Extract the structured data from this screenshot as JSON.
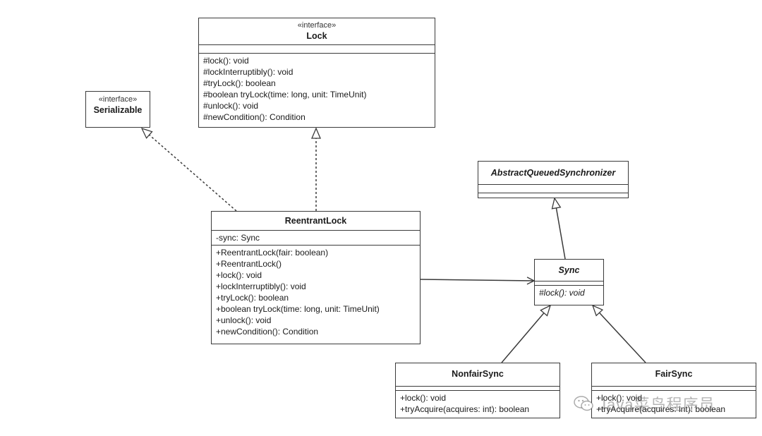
{
  "diagram": {
    "classes": {
      "lock": {
        "stereotype": "«interface»",
        "name": "Lock",
        "attributes": [],
        "operations": [
          "#lock(): void",
          "#lockInterruptibly(): void",
          "#tryLock(): boolean",
          "#boolean tryLock(time: long, unit: TimeUnit)",
          "#unlock(): void",
          "#newCondition(): Condition"
        ]
      },
      "serializable": {
        "stereotype": "«interface»",
        "name": "Serializable"
      },
      "aqs": {
        "name": "AbstractQueuedSynchronizer",
        "abstract": true,
        "attributes": [],
        "operations": []
      },
      "reentrant": {
        "name": "ReentrantLock",
        "attributes": [
          "-sync: Sync"
        ],
        "operations": [
          "+ReentrantLock(fair: boolean)",
          "+ReentrantLock()",
          "+lock(): void",
          "+lockInterruptibly(): void",
          "+tryLock(): boolean",
          "+boolean tryLock(time: long, unit: TimeUnit)",
          "+unlock(): void",
          "+newCondition(): Condition"
        ]
      },
      "sync": {
        "name": "Sync",
        "abstract": true,
        "attributes": [],
        "operations": [
          "#lock(): void"
        ]
      },
      "nonfair": {
        "name": "NonfairSync",
        "operations": [
          "+lock(): void",
          "+tryAcquire(acquires: int): boolean"
        ]
      },
      "fair": {
        "name": "FairSync",
        "operations": [
          "+lock(): void",
          "+tryAcquire(acquires: int): boolean"
        ]
      }
    },
    "relationships": [
      {
        "from": "ReentrantLock",
        "to": "Lock",
        "type": "realization"
      },
      {
        "from": "ReentrantLock",
        "to": "Serializable",
        "type": "realization"
      },
      {
        "from": "ReentrantLock",
        "to": "Sync",
        "type": "association"
      },
      {
        "from": "Sync",
        "to": "AbstractQueuedSynchronizer",
        "type": "generalization"
      },
      {
        "from": "NonfairSync",
        "to": "Sync",
        "type": "generalization"
      },
      {
        "from": "FairSync",
        "to": "Sync",
        "type": "generalization"
      }
    ]
  },
  "watermark": {
    "text": "Java菜鸟程序员",
    "icon": "wechat-icon"
  },
  "colors": {
    "line": "#3a3a3a",
    "box_border": "#3a3a3a",
    "background": "#ffffff"
  }
}
